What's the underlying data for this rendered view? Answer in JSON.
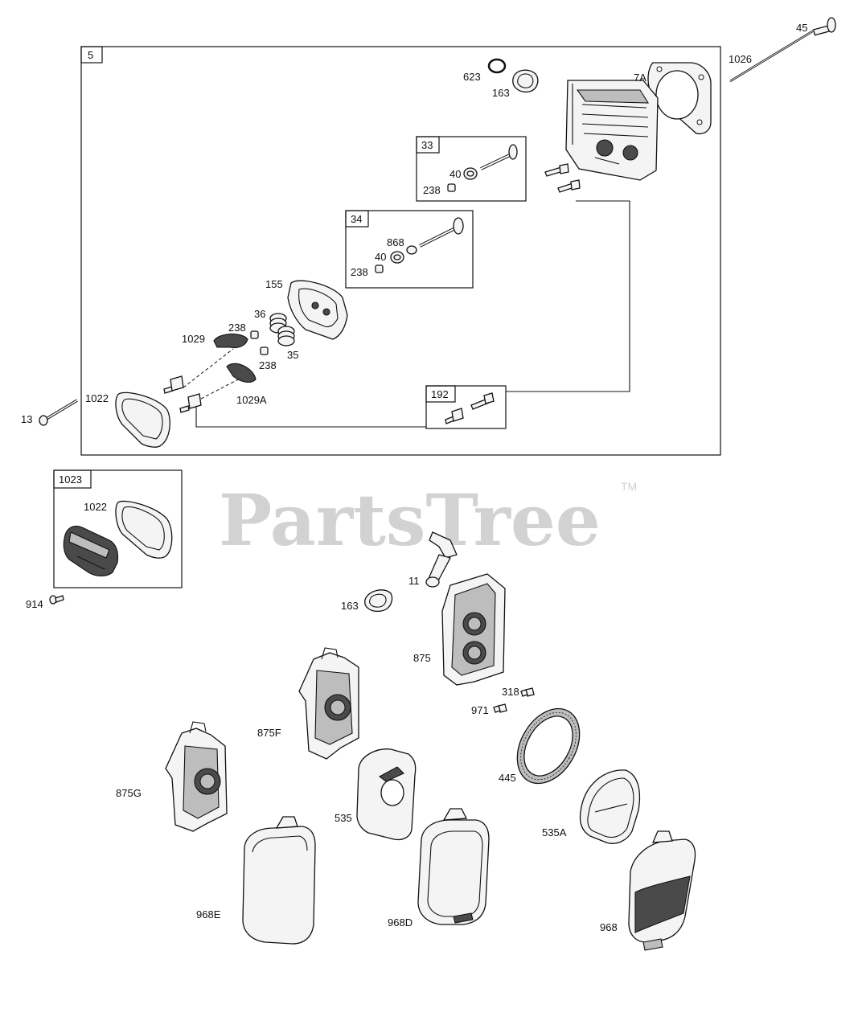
{
  "watermark": {
    "brand": "PartsTree",
    "trademark": "TM"
  },
  "boxes": [
    {
      "id": "5",
      "label": "5"
    },
    {
      "id": "33",
      "label": "33"
    },
    {
      "id": "34",
      "label": "34"
    },
    {
      "id": "192",
      "label": "192"
    },
    {
      "id": "1023",
      "label": "1023"
    }
  ],
  "part_labels": [
    {
      "id": "45",
      "text": "45"
    },
    {
      "id": "1026",
      "text": "1026"
    },
    {
      "id": "623",
      "text": "623"
    },
    {
      "id": "163a",
      "text": "163"
    },
    {
      "id": "7A",
      "text": "7A"
    },
    {
      "id": "40a",
      "text": "40"
    },
    {
      "id": "238a",
      "text": "238"
    },
    {
      "id": "868",
      "text": "868"
    },
    {
      "id": "40b",
      "text": "40"
    },
    {
      "id": "238b",
      "text": "238"
    },
    {
      "id": "155",
      "text": "155"
    },
    {
      "id": "36",
      "text": "36"
    },
    {
      "id": "238c",
      "text": "238"
    },
    {
      "id": "1029",
      "text": "1029"
    },
    {
      "id": "35",
      "text": "35"
    },
    {
      "id": "238d",
      "text": "238"
    },
    {
      "id": "1029A",
      "text": "1029A"
    },
    {
      "id": "1022a",
      "text": "1022"
    },
    {
      "id": "13",
      "text": "13"
    },
    {
      "id": "1022b",
      "text": "1022"
    },
    {
      "id": "914",
      "text": "914"
    },
    {
      "id": "163b",
      "text": "163"
    },
    {
      "id": "11",
      "text": "11"
    },
    {
      "id": "875",
      "text": "875"
    },
    {
      "id": "318",
      "text": "318"
    },
    {
      "id": "971",
      "text": "971"
    },
    {
      "id": "875F",
      "text": "875F"
    },
    {
      "id": "445",
      "text": "445"
    },
    {
      "id": "875G",
      "text": "875G"
    },
    {
      "id": "535",
      "text": "535"
    },
    {
      "id": "535A",
      "text": "535A"
    },
    {
      "id": "968E",
      "text": "968E"
    },
    {
      "id": "968D",
      "text": "968D"
    },
    {
      "id": "968",
      "text": "968"
    }
  ]
}
